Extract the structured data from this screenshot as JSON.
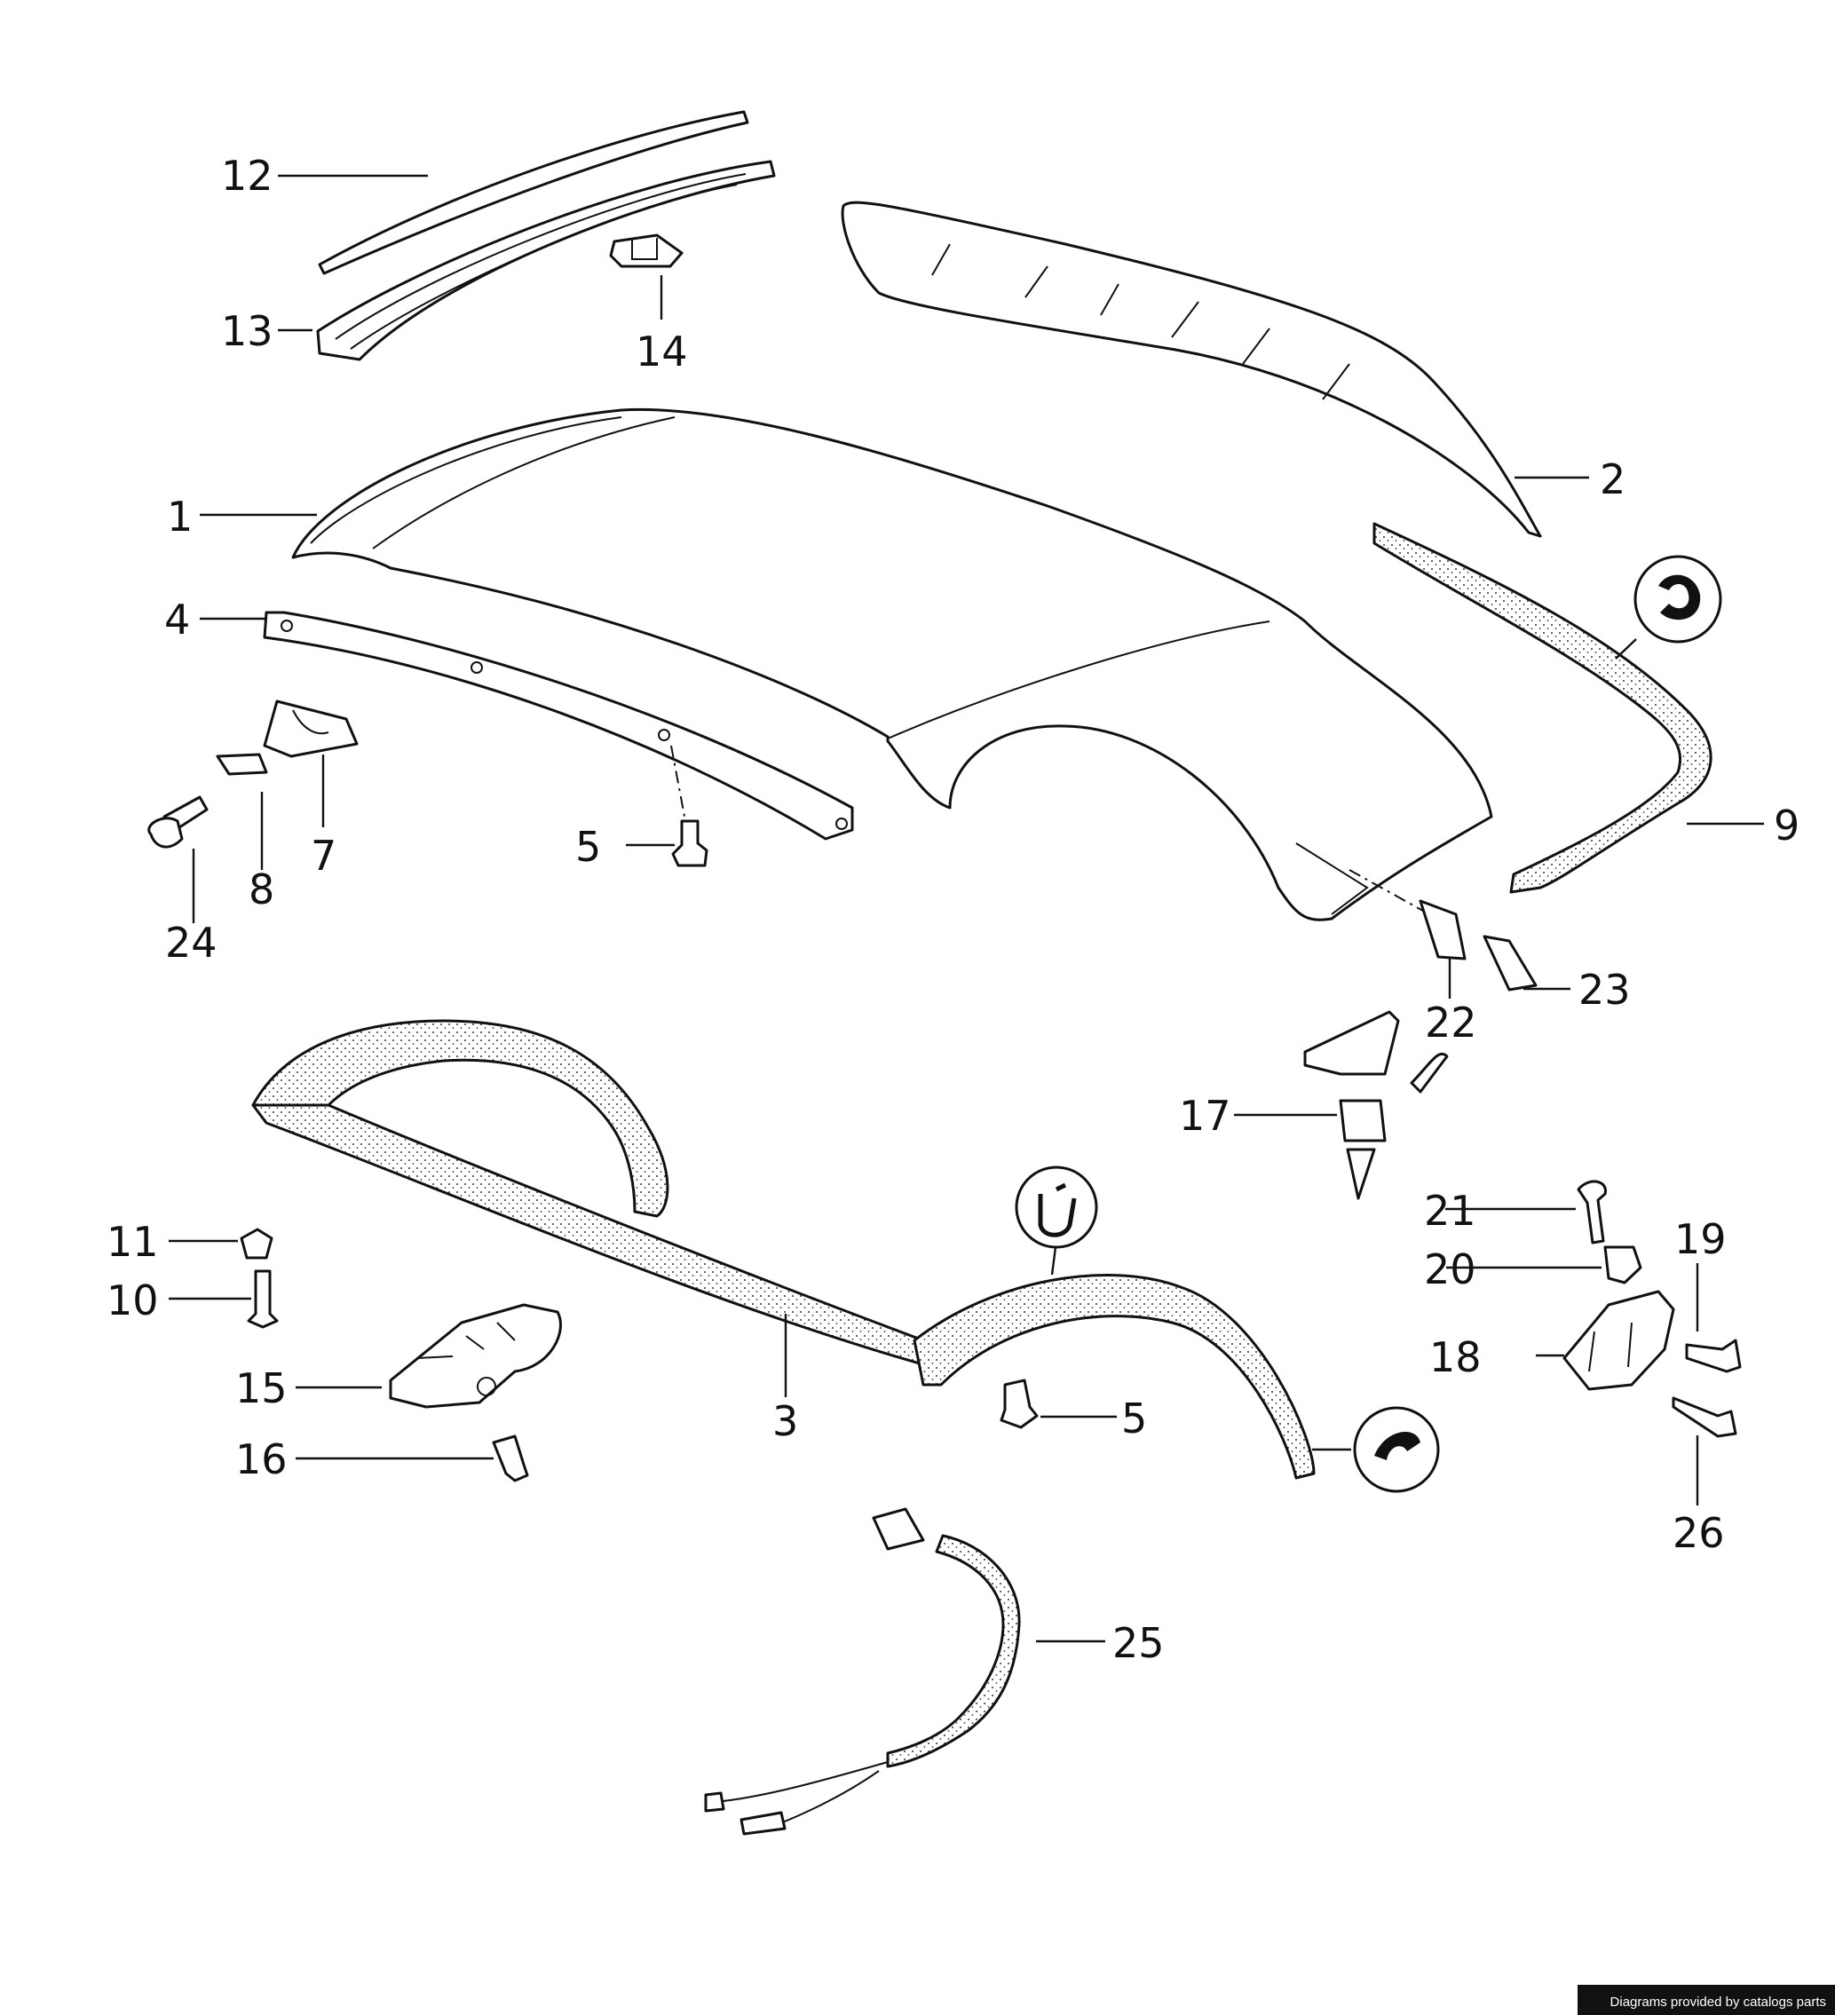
{
  "labels": {
    "l1": "1",
    "l2": "2",
    "l3": "3",
    "l4": "4",
    "l5a": "5",
    "l5b": "5",
    "l7": "7",
    "l8": "8",
    "l9": "9",
    "l10": "10",
    "l11": "11",
    "l12": "12",
    "l13": "13",
    "l14": "14",
    "l15": "15",
    "l16": "16",
    "l17": "17",
    "l18": "18",
    "l19": "19",
    "l20": "20",
    "l21": "21",
    "l22": "22",
    "l23": "23",
    "l24": "24",
    "l25": "25",
    "l26": "26"
  },
  "footer": {
    "credit": "Diagrams provided by catalogs parts"
  },
  "colors": {
    "ink": "#111111",
    "paper": "#ffffff",
    "credit_bg": "#111111"
  },
  "icons": [
    "seal-profile-badge-icon",
    "hook-profile-badge-icon",
    "lip-profile-badge-icon"
  ]
}
